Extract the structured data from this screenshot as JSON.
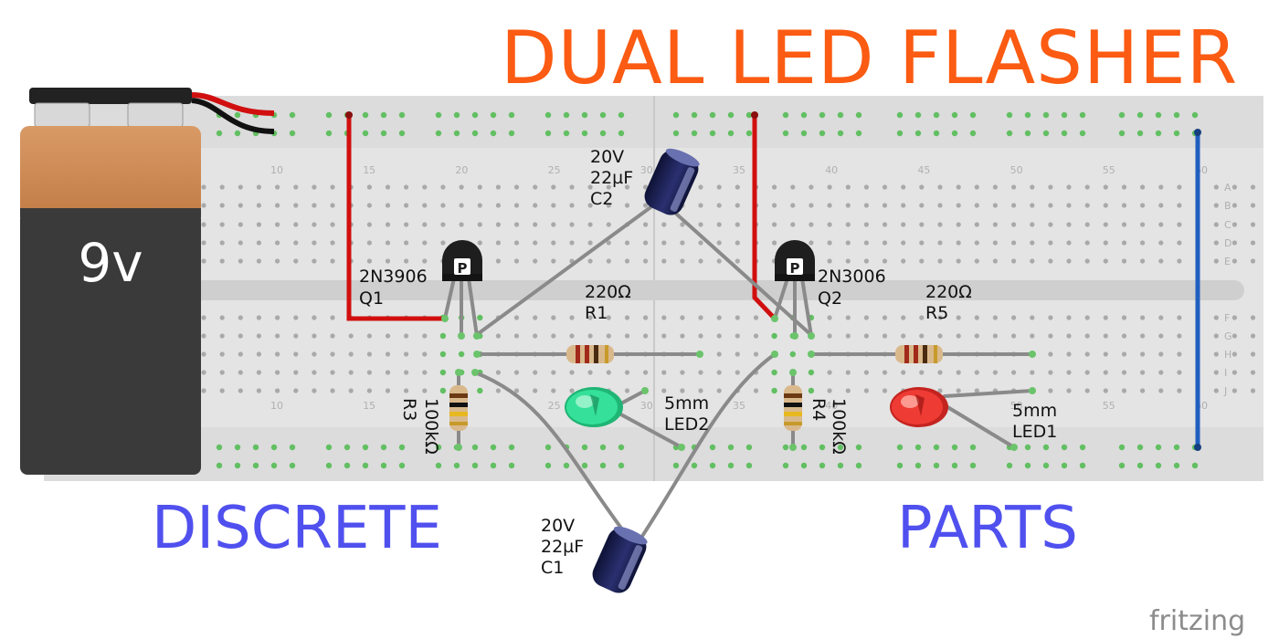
{
  "title": "DUAL LED FLASHER",
  "left_word": "DISCRETE",
  "right_word": "PARTS",
  "credit": "fritzing",
  "battery": {
    "label": "9v"
  },
  "breadboard": {
    "column_numbers": [
      "10",
      "15",
      "20",
      "25",
      "30",
      "35",
      "40",
      "45",
      "50",
      "55",
      "60"
    ],
    "row_letters_top": [
      "A",
      "B",
      "C",
      "D",
      "E"
    ],
    "row_letters_bottom": [
      "F",
      "G",
      "H",
      "I",
      "J"
    ]
  },
  "components": {
    "q1": {
      "model": "2N3906",
      "ref": "Q1",
      "mark": "P"
    },
    "q2": {
      "model": "2N3006",
      "ref": "Q2",
      "mark": "P"
    },
    "c2": {
      "voltage": "20V",
      "capacitance": "22µF",
      "ref": "C2"
    },
    "c1": {
      "voltage": "20V",
      "capacitance": "22µF",
      "ref": "C1"
    },
    "r1": {
      "value": "220Ω",
      "ref": "R1"
    },
    "r5": {
      "value": "220Ω",
      "ref": "R5"
    },
    "r3": {
      "value": "100kΩ",
      "ref": "R3"
    },
    "r4": {
      "value": "100kΩ",
      "ref": "R4"
    },
    "led2": {
      "size": "5mm",
      "ref": "LED2"
    },
    "led1": {
      "size": "5mm",
      "ref": "LED1"
    }
  },
  "colors": {
    "title": "#fb5b12",
    "words": "#5050ef",
    "battery_top": "#cf8a53",
    "battery_body": "#3a3a3a",
    "wire_red": "#d10f0f",
    "wire_blue": "#1f5fbf",
    "led_green": "#27d98a",
    "led_red": "#e8322a",
    "capacitor": "#1c2150",
    "lead": "#8a8a8a"
  }
}
